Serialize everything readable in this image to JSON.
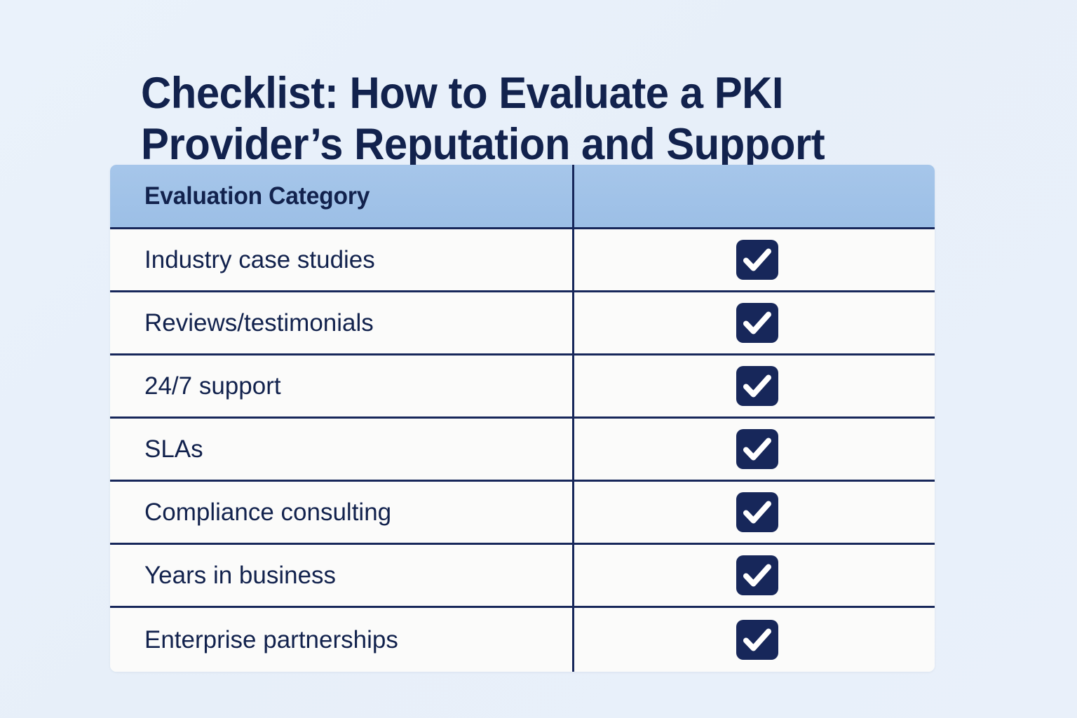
{
  "page": {
    "background_color": "#e9f1fa",
    "title": "Checklist: How to Evaluate a PKI Provider’s Reputation and Support"
  },
  "colors": {
    "navy": "#12224d",
    "border_navy": "#17275a",
    "header_blue": "#9ec2e8",
    "cell_white": "#fbfbfa",
    "background": "#e9f1fa"
  },
  "table": {
    "columns": [
      {
        "label": "Evaluation Category"
      },
      {
        "label": ""
      }
    ],
    "rows": [
      {
        "category": "Industry case studies",
        "checked": true,
        "check_icon": "check-mark-icon"
      },
      {
        "category": "Reviews/testimonials",
        "checked": true,
        "check_icon": "check-mark-icon"
      },
      {
        "category": "24/7 support",
        "checked": true,
        "check_icon": "check-mark-icon"
      },
      {
        "category": "SLAs",
        "checked": true,
        "check_icon": "check-mark-icon"
      },
      {
        "category": "Compliance consulting",
        "checked": true,
        "check_icon": "check-mark-icon"
      },
      {
        "category": "Years in business",
        "checked": true,
        "check_icon": "check-mark-icon"
      },
      {
        "category": "Enterprise partnerships",
        "checked": true,
        "check_icon": "check-mark-icon"
      }
    ]
  }
}
